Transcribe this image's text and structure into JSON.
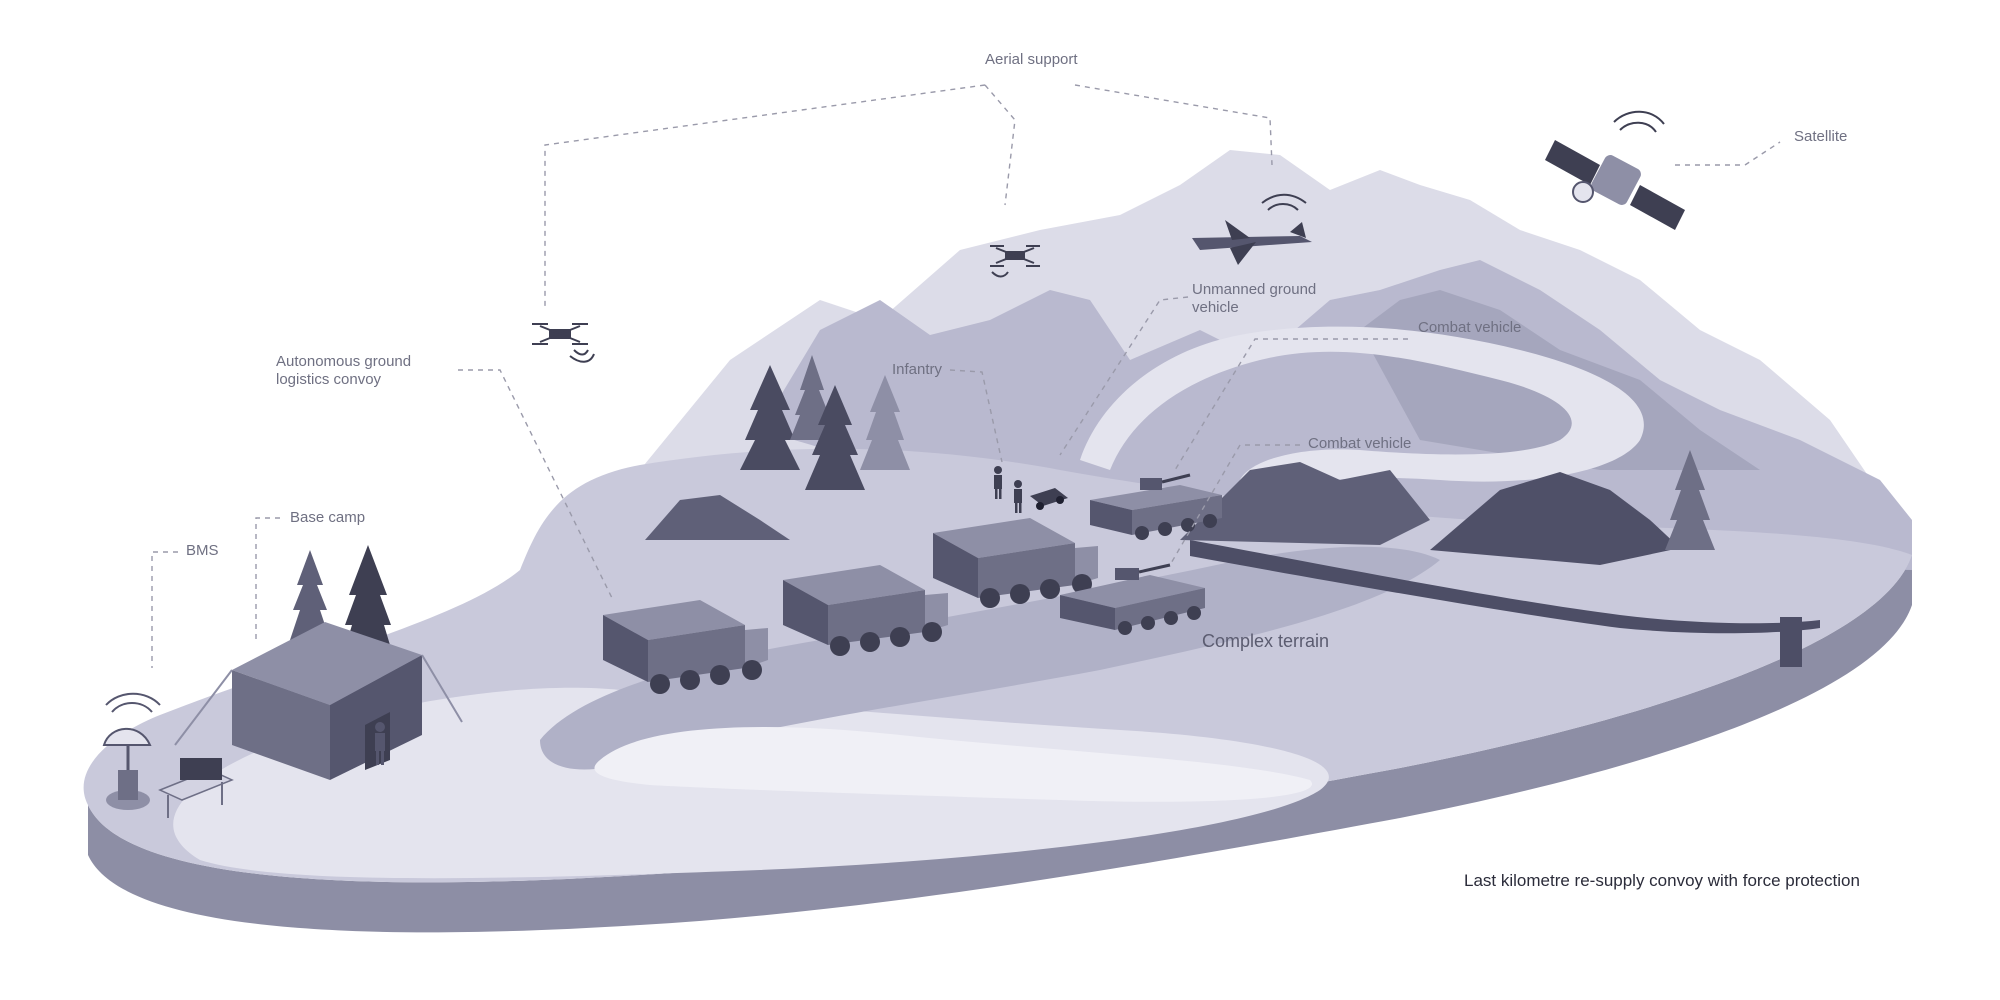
{
  "labels": {
    "aerial_support": "Aerial support",
    "satellite": "Satellite",
    "unmanned_ground_vehicle": "Unmanned ground vehicle",
    "combat_vehicle_upper": "Combat vehicle",
    "combat_vehicle_lower": "Combat vehicle",
    "infantry": "Infantry",
    "autonomous_convoy": "Autonomous ground logistics convoy",
    "base_camp": "Base camp",
    "bms": "BMS",
    "complex_terrain": "Complex terrain"
  },
  "caption": "Last kilometre re-supply convoy with force protection",
  "colors": {
    "ground_light": "#e9e9f1",
    "ground_mid": "#c6c6d9",
    "ground_dark": "#9596ad",
    "mountain_far": "#dcdce8",
    "mountain_mid": "#b9b9cf",
    "vehicle": "#6e6f86",
    "vehicle_dark": "#3e3f52",
    "tree": "#4a4b61",
    "label_text": "#6f7082"
  }
}
